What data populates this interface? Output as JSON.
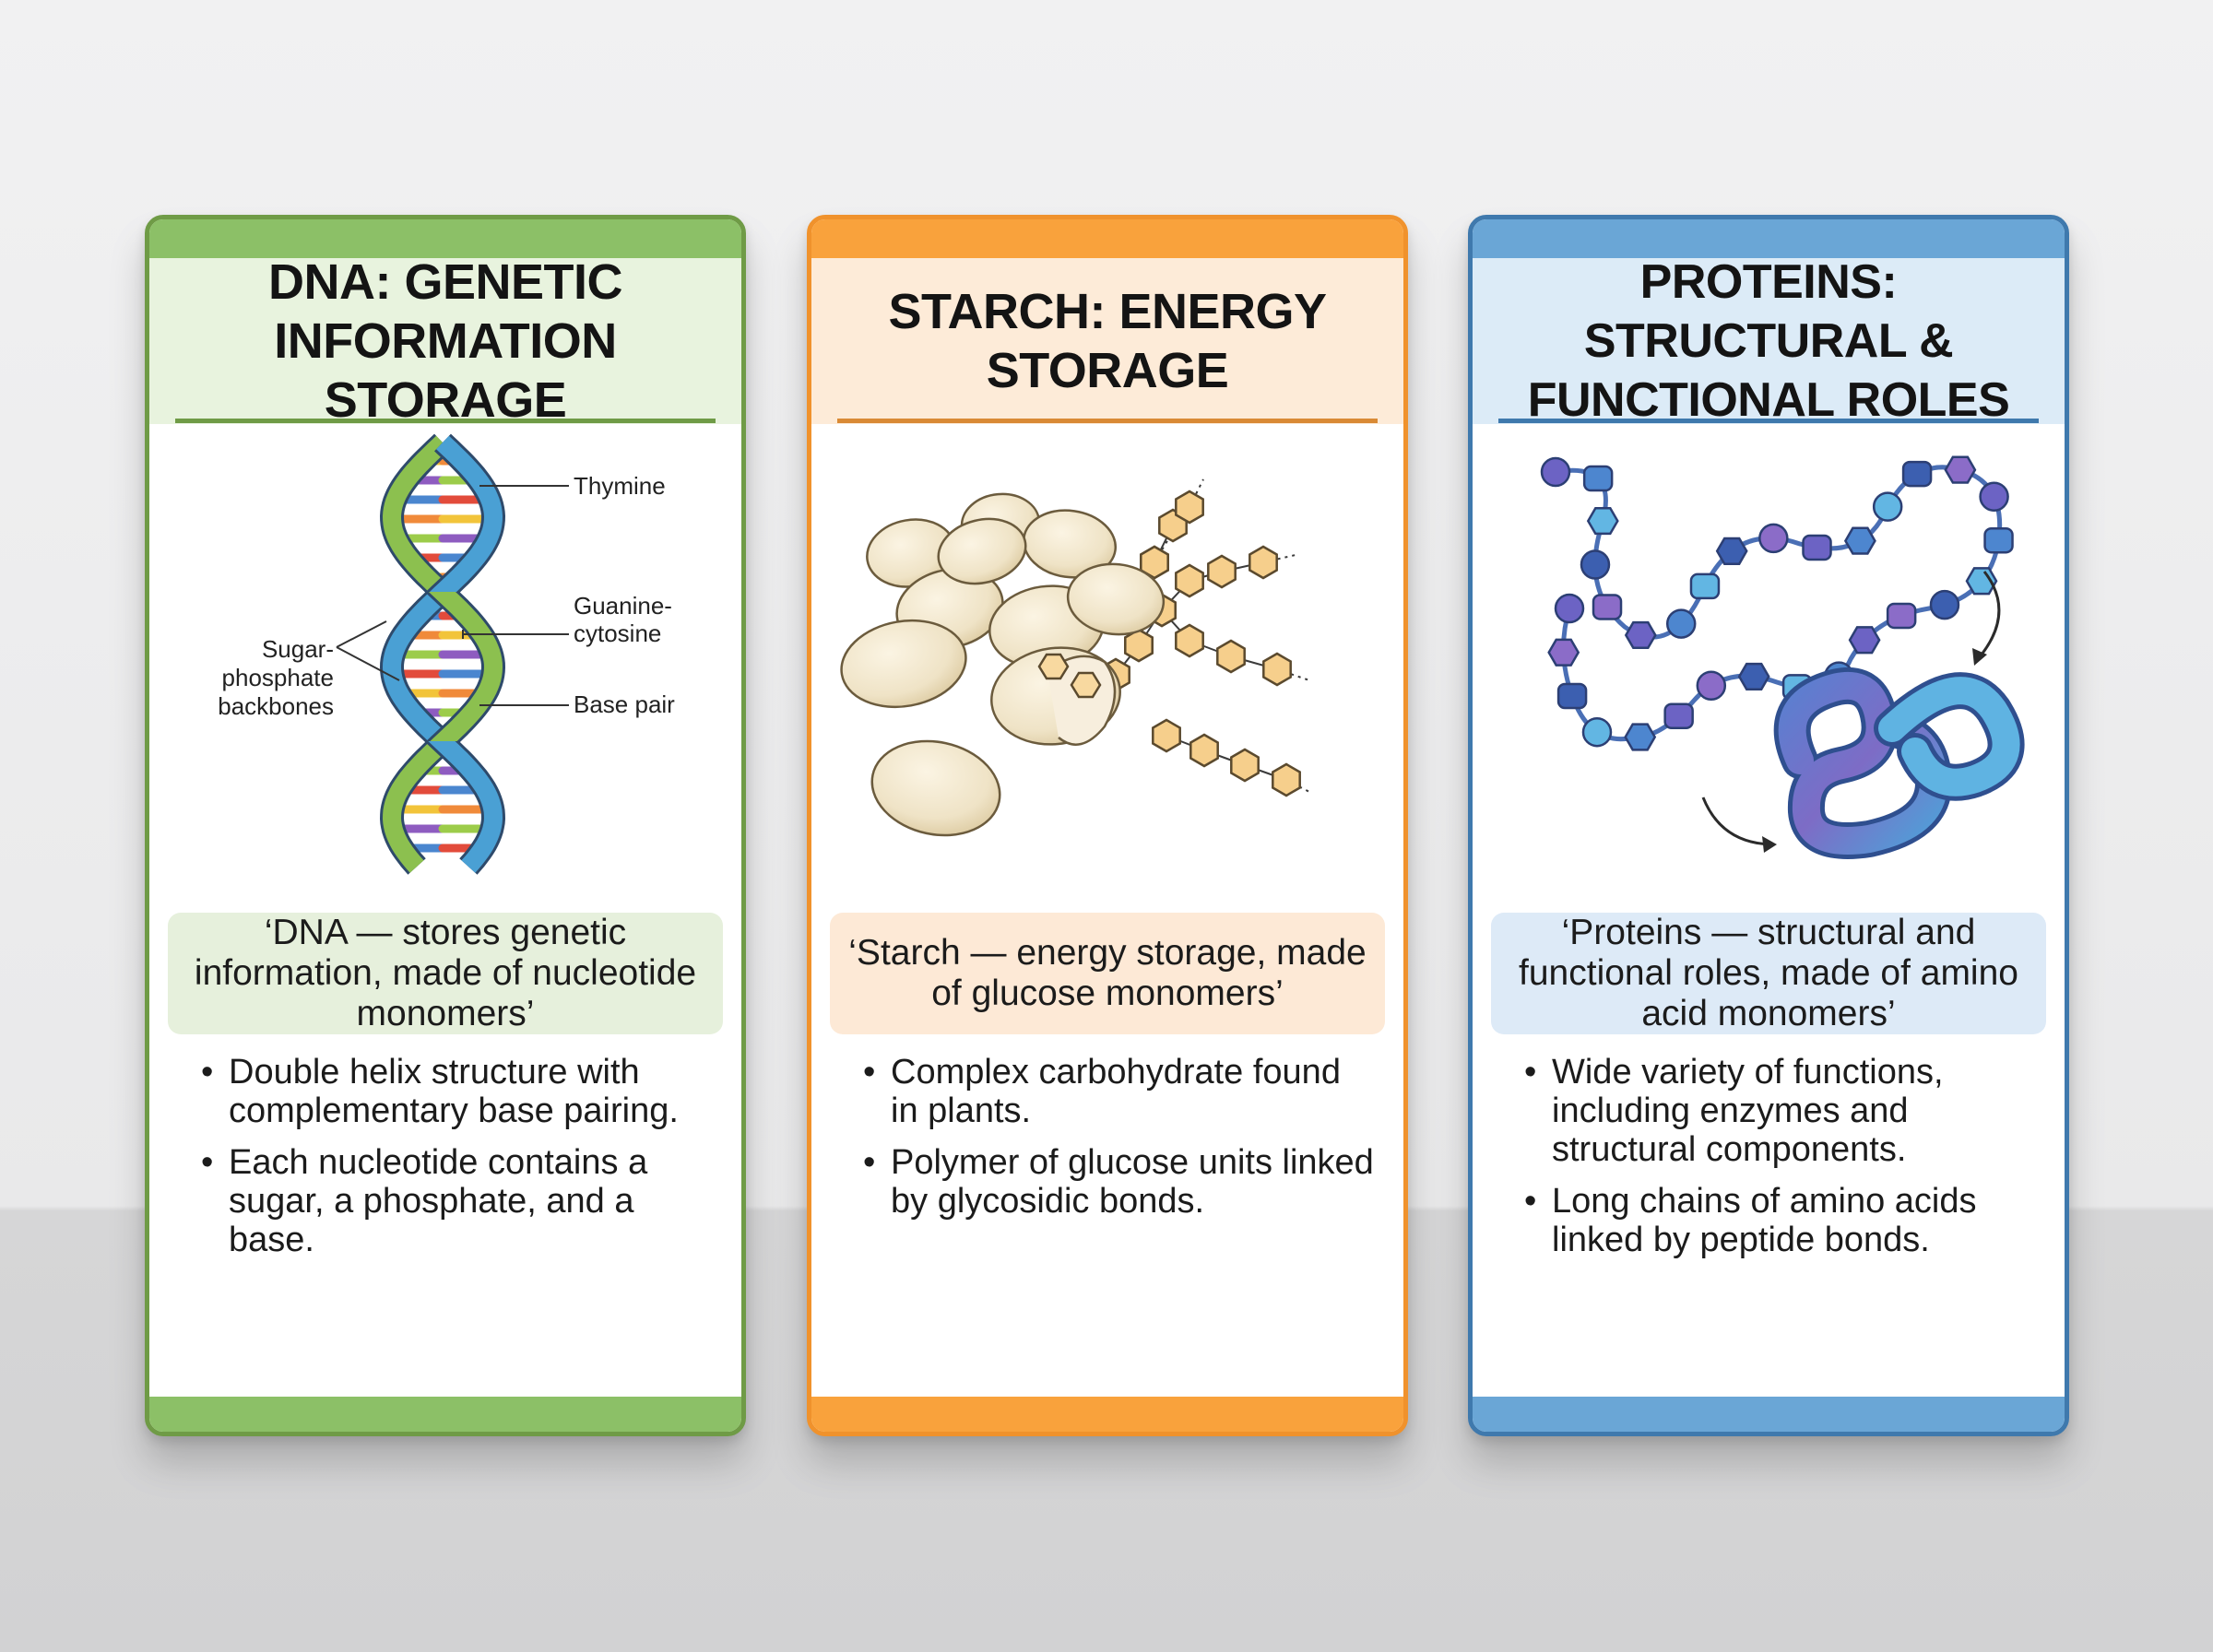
{
  "colors": {
    "dna_accent": "#8cc067",
    "dna_border": "#6f9b46",
    "starch_accent": "#f9a23c",
    "starch_border": "#f0922c",
    "protein_accent": "#6aa6d6",
    "protein_border": "#3f79ad"
  },
  "cards": [
    {
      "title": "DNA: Genetic Information Storage",
      "labels": {
        "thymine": "Thymine",
        "guanine": "Guanine-",
        "cytosine": "cytosine",
        "base_pair": "Base pair",
        "sugar": "Sugar-",
        "phosphate": "phosphate",
        "backbones": "backbones"
      },
      "quote": "‘DNA — stores genetic information, made of nucleotide monomers’",
      "bullets": [
        "Double helix structure with complementary base pairing.",
        "Each nucleotide contains a sugar, a phosphate, and a base."
      ]
    },
    {
      "title": "Starch: Energy Storage",
      "quote": "‘Starch — energy storage, made of glucose monomers’",
      "bullets": [
        "Complex carbohydrate found in plants.",
        "Polymer of glucose units linked by glycosidic bonds."
      ]
    },
    {
      "title": "Proteins: Structural & Functional Roles",
      "quote": "‘Proteins — structural and functional roles, made of amino acid monomers’",
      "bullets": [
        "Wide variety of functions, including enzymes and structural components.",
        "Long chains of amino acids linked by peptide bonds."
      ]
    }
  ]
}
